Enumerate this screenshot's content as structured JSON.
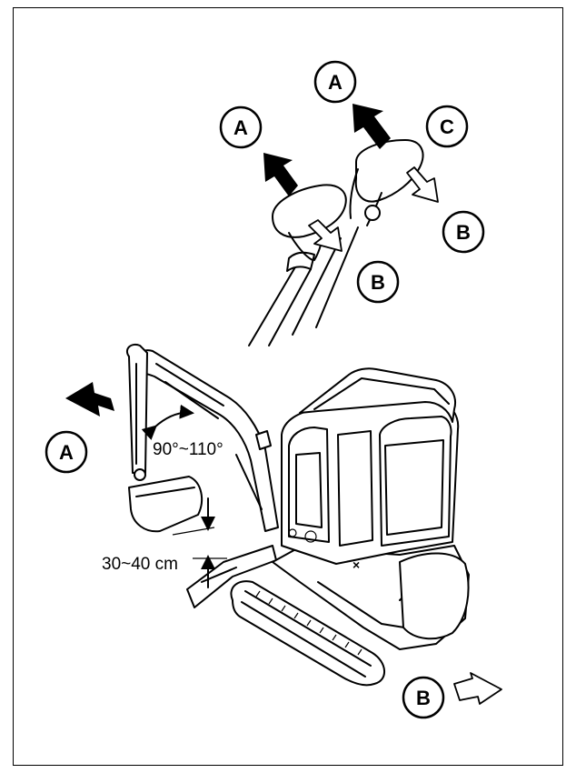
{
  "labels": {
    "a": "A",
    "b": "B",
    "c": "C"
  },
  "dimensions": {
    "angle": "90°~110°",
    "height": "30~40 cm"
  },
  "colors": {
    "ink": "#000000",
    "paper": "#ffffff"
  }
}
